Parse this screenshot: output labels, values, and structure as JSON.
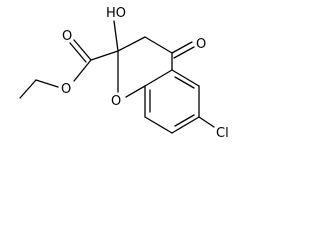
{
  "molecule": {
    "atoms": {
      "hydroxyl": "HO",
      "ketone_oxygen": "O",
      "ester_carbonyl_oxygen": "O",
      "ester_ether_oxygen": "O",
      "ring_oxygen": "O",
      "chlorine": "Cl"
    },
    "colors": {
      "bond": "#000000",
      "label": "#000000",
      "background": "#ffffff"
    }
  }
}
